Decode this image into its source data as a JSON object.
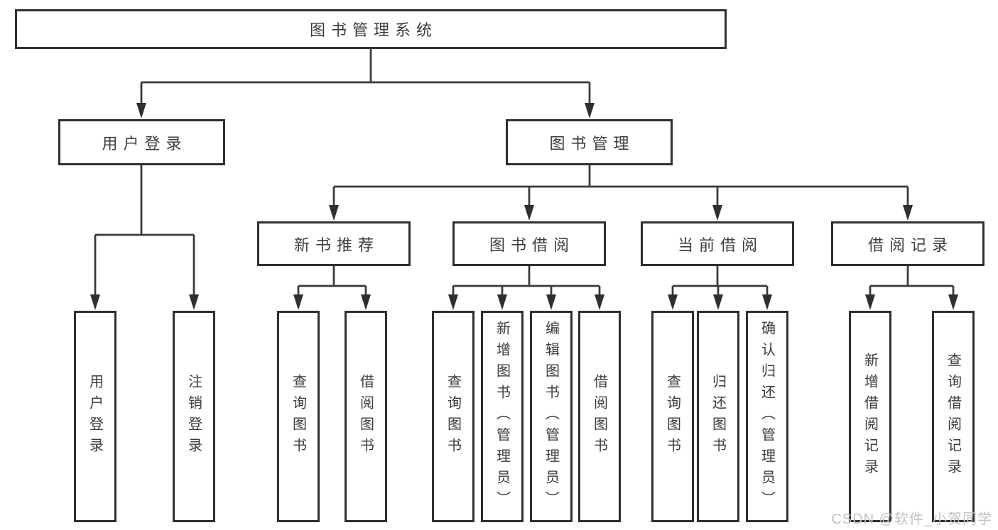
{
  "tree": {
    "label": "图书管理系统",
    "children": [
      {
        "label": "用户登录",
        "children": [
          {
            "label": "用户登录"
          },
          {
            "label": "注销登录"
          }
        ]
      },
      {
        "label": "图书管理",
        "children": [
          {
            "label": "新书推荐",
            "children": [
              {
                "label": "查询图书"
              },
              {
                "label": "借阅图书"
              }
            ]
          },
          {
            "label": "图书借阅",
            "children": [
              {
                "label": "查询图书"
              },
              {
                "label": "新增图书（管理员）"
              },
              {
                "label": "编辑图书（管理员）"
              },
              {
                "label": "借阅图书"
              }
            ]
          },
          {
            "label": "当前借阅",
            "children": [
              {
                "label": "查询图书"
              },
              {
                "label": "归还图书"
              },
              {
                "label": "确认归还（管理员）"
              }
            ]
          },
          {
            "label": "借阅记录",
            "children": [
              {
                "label": "新增借阅记录"
              },
              {
                "label": "查询借阅记录"
              }
            ]
          }
        ]
      }
    ]
  },
  "watermark": {
    "text": "CSDN @软件_小贺同学"
  },
  "colors": {
    "line": "#3a3a3a",
    "border": "#2f2f2f",
    "text": "#3c3c3c",
    "watermark": "#c2c2c2",
    "background": "#ffffff"
  }
}
